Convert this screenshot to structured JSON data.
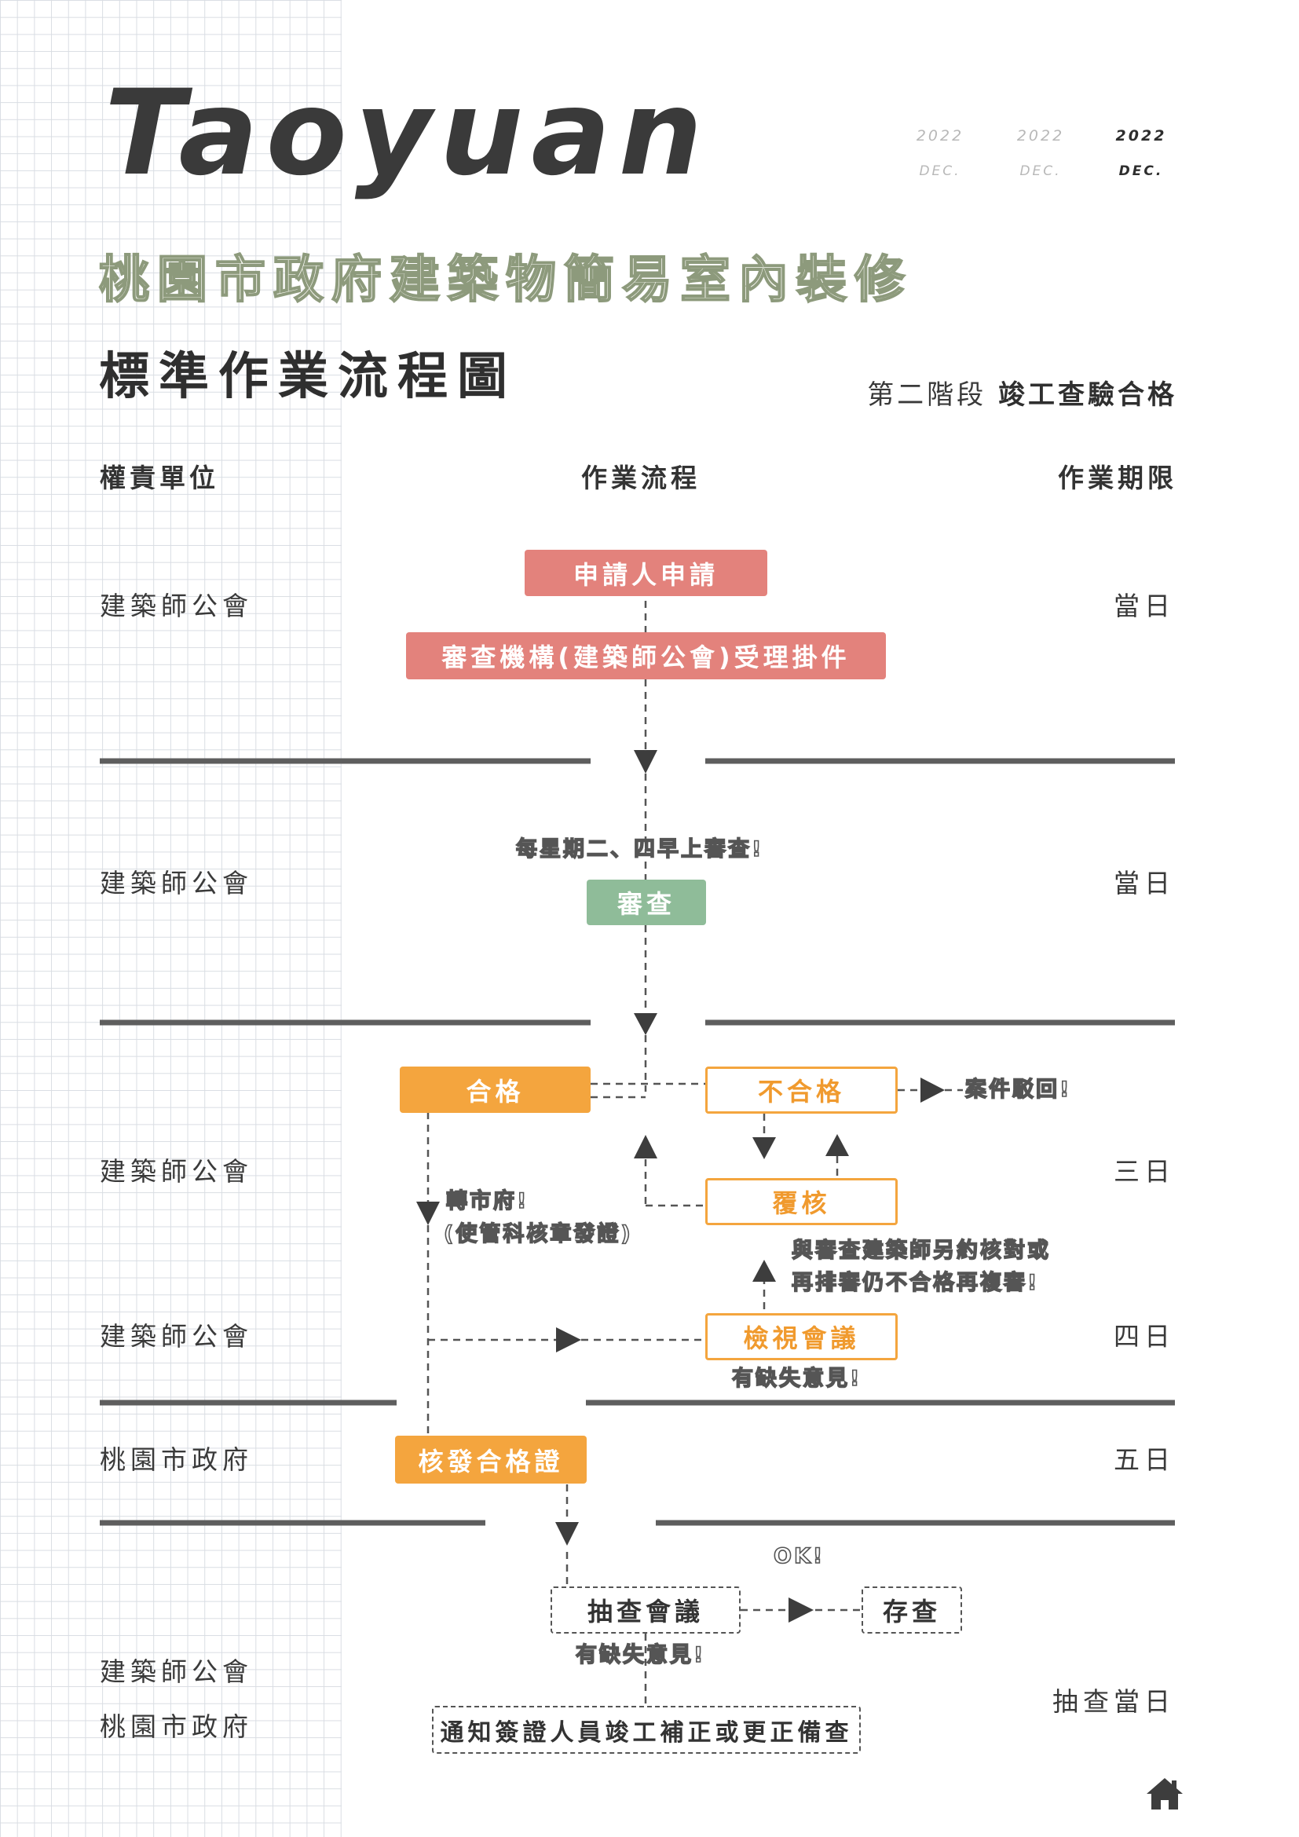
{
  "header": {
    "brand": "Taoyuan",
    "dates": [
      {
        "year": "2022",
        "month": "DEC."
      },
      {
        "year": "2022",
        "month": "DEC."
      },
      {
        "year": "2022",
        "month": "DEC."
      }
    ],
    "title_line1": "桃園市政府建築物簡易室內裝修",
    "title_line2": "標準作業流程圖",
    "stage_label": "第二階段",
    "stage_name": "竣工查驗合格"
  },
  "columns": {
    "unit": "權責單位",
    "process": "作業流程",
    "period": "作業期限"
  },
  "units": [
    "建築師公會",
    "建築師公會",
    "建築師公會",
    "建築師公會",
    "桃園市政府",
    "建築師公會",
    "桃園市政府"
  ],
  "periods": [
    "當日",
    "當日",
    "三日",
    "四日",
    "五日",
    "抽查當日"
  ],
  "steps": {
    "apply": "申請人申請",
    "accept": "審查機構(建築師公會)受理掛件",
    "review": "審查",
    "pass": "合格",
    "fail": "不合格",
    "recheck": "覆核",
    "meeting": "檢視會議",
    "issue": "核發合格證",
    "spot_meeting": "抽查會議",
    "archive": "存查",
    "notify": "通知簽證人員竣工補正或更正備查"
  },
  "notes": {
    "review_schedule": "每星期二、四早上審查!",
    "case_return": "案件駁回!",
    "to_city_1": "轉市府!",
    "to_city_2": "(使管科核章發證)",
    "recheck_1": "與審查建築師另約核對或",
    "recheck_2": "再排審仍不合格再複審!",
    "defect_1": "有缺失意見!",
    "ok": "OK!",
    "defect_2": "有缺失意見!"
  },
  "icons": [
    "home-icon"
  ],
  "colors": {
    "red": "#e3827c",
    "green": "#8fbc99",
    "orange": "#f4a53e",
    "dark": "#3d3d3d"
  }
}
